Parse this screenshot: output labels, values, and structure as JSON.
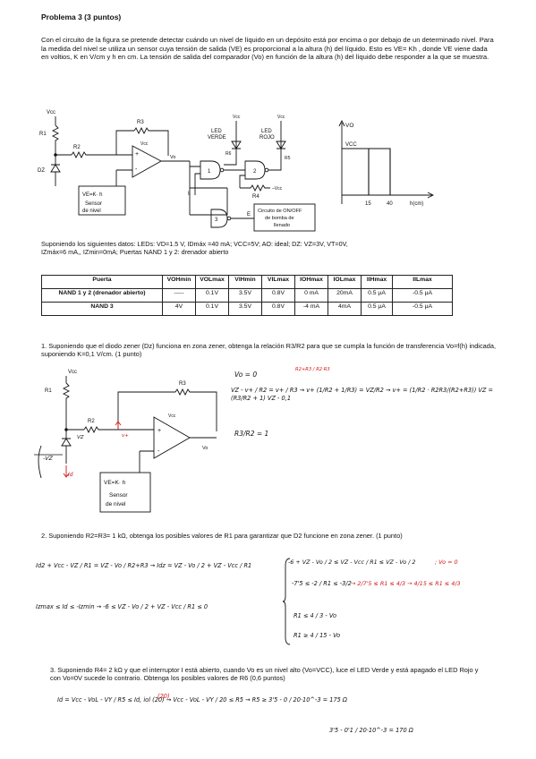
{
  "title": "Problema 3 (3 puntos)",
  "intro": "Con el circuito de la figura se pretende detectar cuándo un nivel de líquido en un depósito está por encima o por debajo de un determinado nivel. Para la medida del nivel se utiliza un sensor cuya tensión de salida (VE) es proporcional a la altura (h) del líquido. Esto es VE= Kh , donde VE viene dada en voltios, K en V/cm y h en cm. La tensión de salida del comparador (Vo) en función de la altura (h) del líquido debe responder a la que se muestra.",
  "circuit": {
    "vcc": "Vcc",
    "r1": "R1",
    "r2": "R2",
    "r3": "R3",
    "r4": "R4",
    "r5": "R5",
    "r6": "R6",
    "dz": "DZ",
    "vo": "Vo",
    "sensor_formula": "VE=K· h",
    "sensor_label_1": "Sensor",
    "sensor_label_2": "de nivel",
    "led_green_1": "LED",
    "led_green_2": "VERDE",
    "led_red_1": "LED",
    "led_red_2": "ROJO",
    "gate1": "1",
    "gate2": "2",
    "gate3": "3",
    "switch": "I",
    "pump_1": "Circuito de ON/OFF",
    "pump_2": "de bomba de",
    "pump_3": "llenado",
    "pump_e": "E",
    "plus": "+",
    "minus": "-"
  },
  "graph": {
    "ylabel": "VO",
    "ylevel": "VCC",
    "xlabel": "h(cm)",
    "x_ticks": [
      "15",
      "40"
    ]
  },
  "params_line1": "Suponiendo los siguientes datos: LEDs: VD=1.5 V, IDmáx =40 mA; VCC=5V; AO: ideal; DZ: VZ=3V, VT=0V,",
  "params_line2": "IZmáx=6 mA,, IZmin=0mA; Puertas NAND 1 y 2: drenador abierto",
  "table": {
    "headers": [
      "Puerta",
      "VOHmin",
      "VOLmax",
      "VIHmin",
      "VILmax",
      "IOHmax",
      "IOLmax",
      "IIHmax",
      "IILmax"
    ],
    "rows": [
      [
        "NAND 1 y 2 (drenador abierto)",
        "-----",
        "0.1V",
        "3.5V",
        "0.8V",
        "0 mA",
        "20mA",
        "0.5 µA",
        "-0.5 µA"
      ],
      [
        "NAND 3",
        "4V",
        "0.1V",
        "3.5V",
        "0.8V",
        "-4 mA",
        "4mA",
        "0.5 µA",
        "-0.5 µA"
      ]
    ]
  },
  "q1": {
    "text": "1. Suponiendo que el diodo zener (Dz) funciona en zona zener, obtenga la relación R3/R2 para que se cumpla la función de transferencia Vo=f(h) indicada, suponiendo K=0,1 V/cm. (1 punto)",
    "hw_1": "Vo = 0",
    "hw_2": "VZ - v+ / R2 = v+ / R3 → v+ (1/R2 + 1/R3) = VZ/R2 → v+ = (1/R2 · R2R3/(R2+R3)) VZ = (R3/R2 + 1) VZ - 0,1",
    "hw_red": "R2+R3 / R2·R3",
    "hw_3": "R3/R2 = 1",
    "hw_vz": "-VZ",
    "hw_id": "Id",
    "hw_vplus": "v+"
  },
  "q2": {
    "text": "2. Suponiendo R2=R3= 1 kΩ, obtenga los posibles valores de R1 para garantizar que D2 funcione en zona zener. (1 punto)",
    "hw_1": "Id2 + Vcc - VZ / R1 = VZ - Vo / R2+R3 → Idz = VZ - Vo / 2 + VZ - Vcc / R1",
    "hw_2": "Izmax ≤ Id ≤ -Izmin → -6 ≤ VZ - Vo / 2 + VZ - Vcc / R1 ≤ 0",
    "hw_3": "-6 + VZ - Vo / 2 ≤ VZ - Vcc / R1 ≤ VZ - Vo / 2",
    "hw_4": "-7'5 ≤ -2 / R1 ≤ -3/2",
    "hw_5": "R1 ≤ 4 / 3 - Vo",
    "hw_6": "R1 ≥ 4 / 15 - Vo",
    "hw_red1": "; Vo = 0",
    "hw_red2": "→ 2/7'5 ≤ R1 ≤ 4/3 → 4/15 ≤ R1 ≤ 4/3"
  },
  "q3": {
    "text": "3. Suponiendo R4= 2 kΩ y que el interruptor I está abierto, cuando Vo es un nivel alto (Vo=VCC), luce el LED Verde y está apagado el LED Rojo y con Vo=0V sucede lo contrario. Obtenga los posibles valores de R6 (0,6 puntos)",
    "hw_1": "Id = Vcc - VoL - VY / R5 ≤ Id, iol (20) → Vcc - VoL - VY / 20 ≤ R5 → R5 ≥ 3'5 - 0 / 20·10^-3 = 175 Ω",
    "hw_red": "(20)",
    "hw_2": "3'5 - 0'1 / 20·10^-3 = 170 Ω"
  }
}
